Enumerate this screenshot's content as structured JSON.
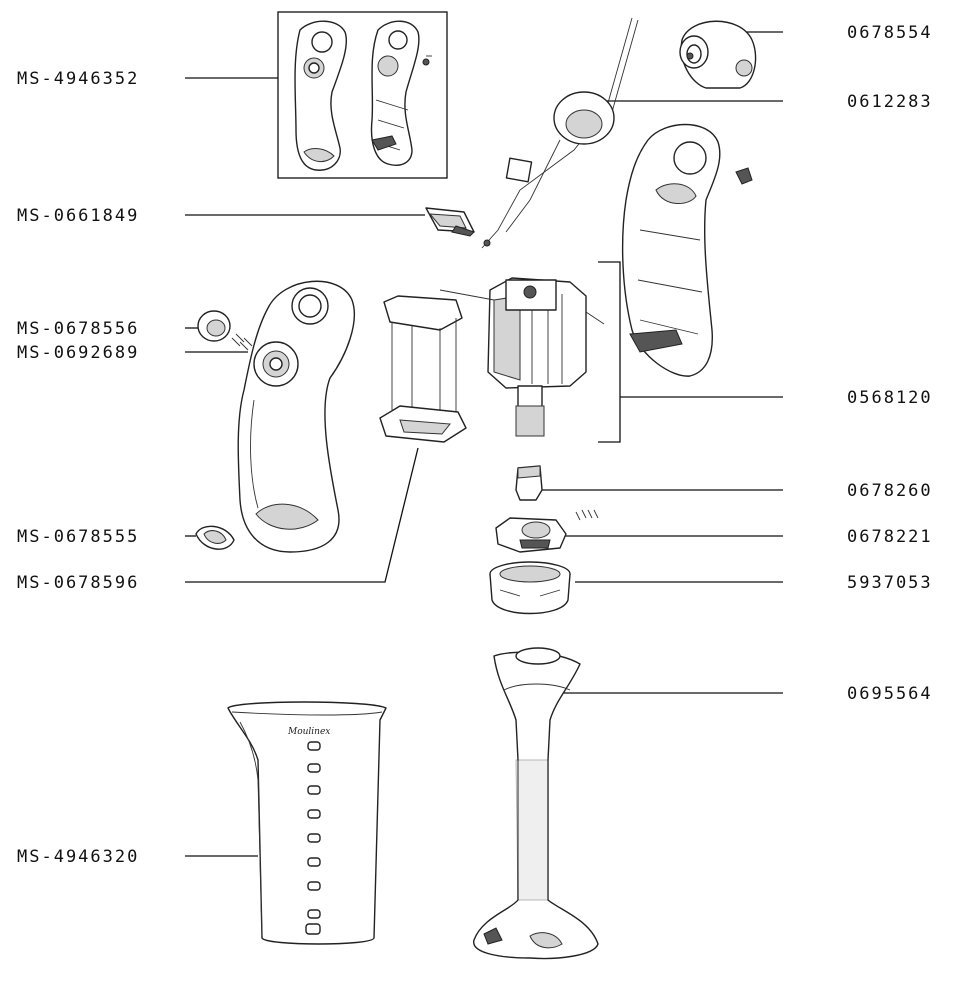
{
  "labels_left": [
    {
      "id": "MS-4946352"
    },
    {
      "id": "MS-0661849"
    },
    {
      "id": "MS-0678556"
    },
    {
      "id": "MS-0692689"
    },
    {
      "id": "MS-0678555"
    },
    {
      "id": "MS-0678596"
    },
    {
      "id": "MS-4946320"
    }
  ],
  "labels_right": [
    {
      "id": "0678554"
    },
    {
      "id": "0612283"
    },
    {
      "id": "0568120"
    },
    {
      "id": "0678260"
    },
    {
      "id": "0678221"
    },
    {
      "id": "5937053"
    },
    {
      "id": "0695564"
    }
  ],
  "beaker": {
    "brand": "Moulinex"
  }
}
